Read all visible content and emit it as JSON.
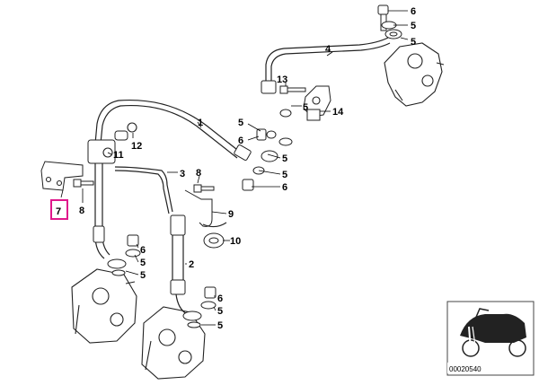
{
  "diagram": {
    "highlight_color": "#e0188c",
    "callouts": {
      "c6a": "6",
      "c5a": "5",
      "c5b": "5",
      "c4": "4",
      "c13": "13",
      "c5c": "5",
      "c14": "14",
      "c1": "1",
      "c5d": "5",
      "c6b": "6",
      "c12": "12",
      "c11": "11",
      "c5e": "5",
      "c3": "3",
      "c5f": "5",
      "c6c": "6",
      "c8a": "8",
      "c7": "7",
      "c8b": "8",
      "c9": "9",
      "c10": "10",
      "c6d": "6",
      "c5g": "5",
      "c5h": "5",
      "c2": "2",
      "c6e": "6",
      "c5i": "5",
      "c5j": "5"
    },
    "inset_code": "00020540"
  }
}
